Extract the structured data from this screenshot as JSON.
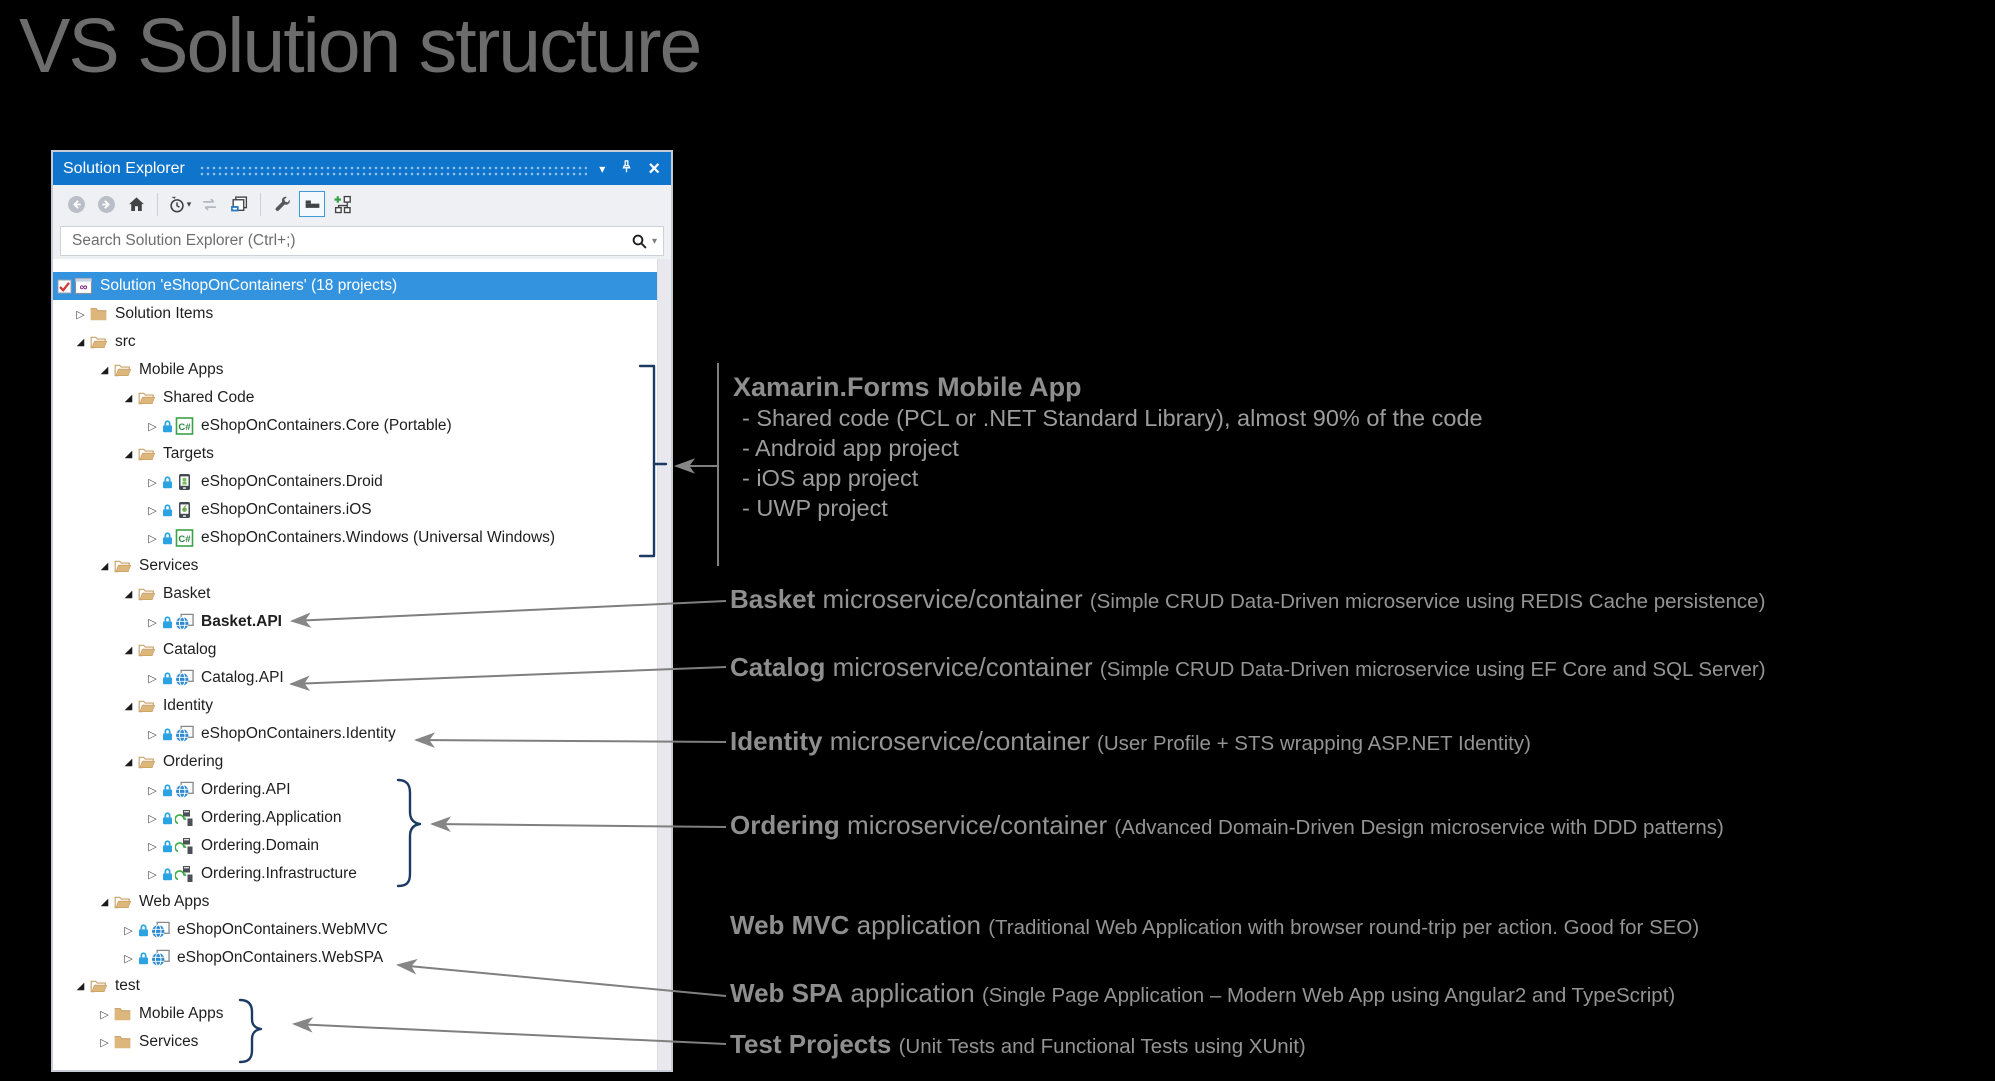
{
  "page": {
    "title": "VS Solution structure"
  },
  "solution_explorer": {
    "title": "Solution Explorer",
    "window_controls": [
      {
        "icon": "chevron-down-icon"
      },
      {
        "icon": "pin-icon"
      },
      {
        "icon": "close-icon"
      }
    ],
    "search_placeholder": "Search Solution Explorer (Ctrl+;)",
    "toolbar": [
      {
        "icon": "back-icon",
        "disabled": true
      },
      {
        "icon": "forward-icon",
        "disabled": true
      },
      {
        "icon": "home-icon"
      },
      {
        "icon": "separator"
      },
      {
        "icon": "history-clock-icon",
        "has_dropdown": true
      },
      {
        "icon": "sync-icon",
        "disabled": true
      },
      {
        "icon": "collapse-all-icon"
      },
      {
        "icon": "separator"
      },
      {
        "icon": "properties-wrench-icon"
      },
      {
        "icon": "show-all-files-icon",
        "active": true
      },
      {
        "icon": "solution-hierarchy-add-icon"
      }
    ],
    "tree": [
      {
        "label": "Solution 'eShopOnContainers' (18 projects)",
        "level": 0,
        "state": "none",
        "icon": "vs-solution-icon",
        "checkbox": true,
        "selected": true
      },
      {
        "label": "Solution Items",
        "level": 1,
        "state": "collapsed",
        "icon": "folder-closed-icon"
      },
      {
        "label": "src",
        "level": 1,
        "state": "expanded",
        "icon": "folder-open-icon"
      },
      {
        "label": "Mobile Apps",
        "level": 2,
        "state": "expanded",
        "icon": "folder-open-icon"
      },
      {
        "label": "Shared Code",
        "level": 3,
        "state": "expanded",
        "icon": "folder-open-icon"
      },
      {
        "label": "eShopOnContainers.Core (Portable)",
        "level": 4,
        "state": "collapsed",
        "icon": "csharp-project-icon",
        "lock": true
      },
      {
        "label": "Targets",
        "level": 3,
        "state": "expanded",
        "icon": "folder-open-icon"
      },
      {
        "label": "eShopOnContainers.Droid",
        "level": 4,
        "state": "collapsed",
        "icon": "android-project-icon",
        "lock": true
      },
      {
        "label": "eShopOnContainers.iOS",
        "level": 4,
        "state": "collapsed",
        "icon": "ios-project-icon",
        "lock": true
      },
      {
        "label": "eShopOnContainers.Windows (Universal Windows)",
        "level": 4,
        "state": "collapsed",
        "icon": "csharp-project-icon",
        "lock": true
      },
      {
        "label": "Services",
        "level": 2,
        "state": "expanded",
        "icon": "folder-open-icon"
      },
      {
        "label": "Basket",
        "level": 3,
        "state": "expanded",
        "icon": "folder-open-icon"
      },
      {
        "label": "Basket.API",
        "level": 4,
        "state": "collapsed",
        "icon": "web-project-icon",
        "lock": true,
        "bold": true
      },
      {
        "label": "Catalog",
        "level": 3,
        "state": "expanded",
        "icon": "folder-open-icon"
      },
      {
        "label": "Catalog.API",
        "level": 4,
        "state": "collapsed",
        "icon": "web-project-icon",
        "lock": true
      },
      {
        "label": "Identity",
        "level": 3,
        "state": "expanded",
        "icon": "folder-open-icon"
      },
      {
        "label": "eShopOnContainers.Identity",
        "level": 4,
        "state": "collapsed",
        "icon": "web-project-icon",
        "lock": true
      },
      {
        "label": "Ordering",
        "level": 3,
        "state": "expanded",
        "icon": "folder-open-icon"
      },
      {
        "label": "Ordering.API",
        "level": 4,
        "state": "collapsed",
        "icon": "web-project-icon",
        "lock": true
      },
      {
        "label": "Ordering.Application",
        "level": 4,
        "state": "collapsed",
        "icon": "classlib-project-icon",
        "lock": true
      },
      {
        "label": "Ordering.Domain",
        "level": 4,
        "state": "collapsed",
        "icon": "classlib-project-icon",
        "lock": true
      },
      {
        "label": "Ordering.Infrastructure",
        "level": 4,
        "state": "collapsed",
        "icon": "classlib-project-icon",
        "lock": true
      },
      {
        "label": "Web Apps",
        "level": 2,
        "state": "expanded",
        "icon": "folder-open-icon"
      },
      {
        "label": "eShopOnContainers.WebMVC",
        "level": 3,
        "state": "collapsed",
        "icon": "web-project-icon",
        "lock": true
      },
      {
        "label": "eShopOnContainers.WebSPA",
        "level": 3,
        "state": "collapsed",
        "icon": "web-project-icon",
        "lock": true
      },
      {
        "label": "test",
        "level": 1,
        "state": "expanded",
        "icon": "folder-open-icon"
      },
      {
        "label": "Mobile Apps",
        "level": 2,
        "state": "collapsed",
        "icon": "folder-closed-icon"
      },
      {
        "label": "Services",
        "level": 2,
        "state": "collapsed",
        "icon": "folder-closed-icon"
      }
    ]
  },
  "annotations": {
    "xamarin": {
      "heading": "Xamarin.Forms Mobile App",
      "bullets": [
        "- Shared code (PCL or .NET Standard Library), almost 90% of the code",
        "- Android app project",
        "- iOS app project",
        "- UWP project"
      ]
    },
    "basket": {
      "bold": "Basket",
      "rest": "microservice/container",
      "detail": "(Simple CRUD Data-Driven microservice using REDIS Cache persistence)"
    },
    "catalog": {
      "bold": "Catalog",
      "rest": "microservice/container",
      "detail": "(Simple CRUD Data-Driven microservice using EF Core and SQL Server)"
    },
    "identity": {
      "bold": "Identity",
      "rest": "microservice/container",
      "detail": "(User Profile + STS wrapping ASP.NET Identity)"
    },
    "ordering": {
      "bold": "Ordering",
      "rest": "microservice/container",
      "detail": "(Advanced Domain-Driven Design microservice with DDD patterns)"
    },
    "webmvc": {
      "bold": "Web MVC",
      "rest": "application",
      "detail": "(Traditional Web Application with browser round-trip per action. Good for SEO)"
    },
    "webspa": {
      "bold": "Web SPA",
      "rest": "application",
      "detail": "(Single Page Application – Modern Web App using Angular2 and TypeScript)"
    },
    "tests": {
      "bold": "Test Projects",
      "rest": "",
      "detail": "(Unit Tests and Functional Tests using XUnit)"
    }
  },
  "colors": {
    "background": "#000000",
    "titlebar_blue": "#0e74cc",
    "selection_blue": "#3393df",
    "folder_tan": "#dcb67a",
    "lock_blue": "#2aa3e0",
    "toolbar_bg": "#eef0f4",
    "panel_bg": "#ffffff",
    "annotation_gray": "#949494",
    "leader_line_gray": "#7f7f7f",
    "brace_navy": "#1d3a63"
  }
}
